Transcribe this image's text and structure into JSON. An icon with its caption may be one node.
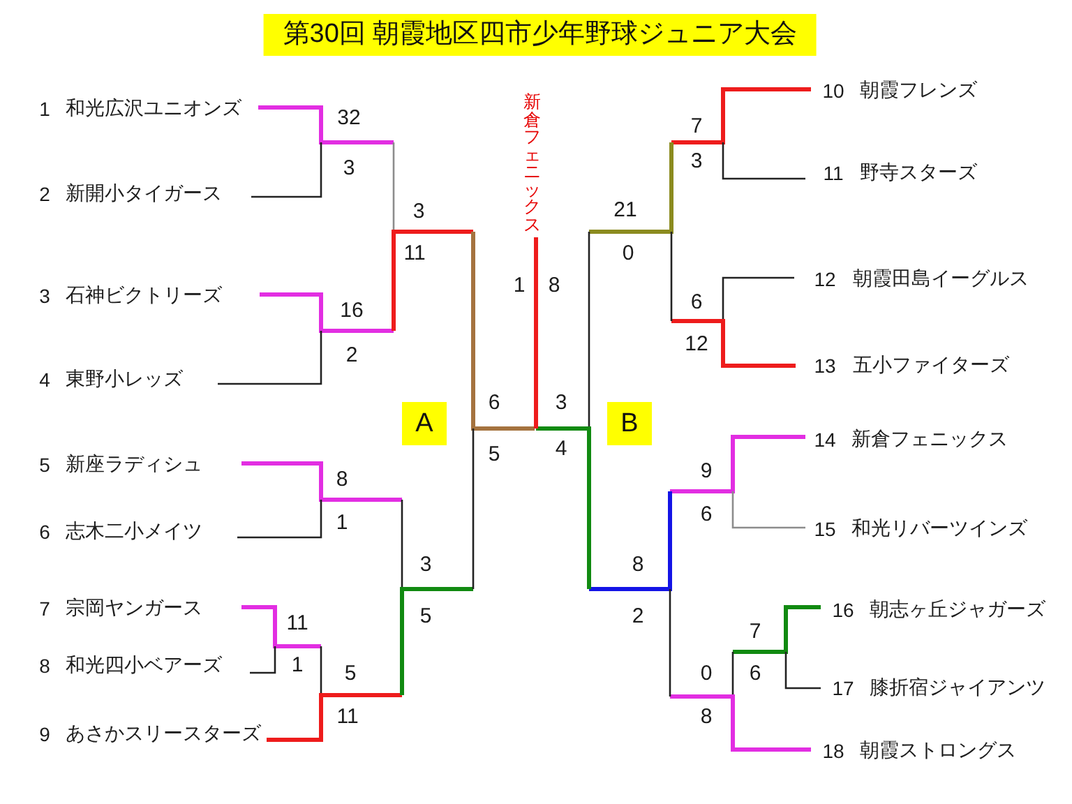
{
  "diagram": {
    "title": "第30回 朝霞地区四市少年野球ジュニア大会",
    "nodes": [
      {
        "text": [
          "1",
          "和光広沢ユニオンズ"
        ]
      },
      {
        "text": [
          "2",
          "新開小タイガース"
        ]
      },
      {
        "text": [
          "3",
          "石神ビクトリーズ"
        ]
      },
      {
        "text": [
          "4",
          "東野小レッズ"
        ]
      },
      {
        "text": [
          "5",
          "新座ラディシュ"
        ]
      },
      {
        "text": [
          "6",
          "志木二小メイツ"
        ]
      },
      {
        "text": [
          "7",
          "宗岡ヤンガース"
        ]
      },
      {
        "text": [
          "8",
          "和光四小ベアーズ"
        ]
      },
      {
        "text": [
          "9",
          "あさかスリースターズ"
        ]
      },
      {
        "text": [
          "10",
          "朝霞フレンズ"
        ]
      },
      {
        "text": [
          "11",
          "野寺スターズ"
        ]
      },
      {
        "text": [
          "12",
          "朝霞田島イーグルス"
        ]
      },
      {
        "text": [
          "13",
          "五小ファイターズ"
        ]
      },
      {
        "text": [
          "14",
          "新倉フェニックス"
        ]
      },
      {
        "text": [
          "15",
          "和光リバーツインズ"
        ]
      },
      {
        "text": [
          "16",
          "朝志ヶ丘ジャガーズ"
        ]
      },
      {
        "text": [
          "17",
          "膝折宿ジャイアンツ"
        ]
      },
      {
        "text": [
          "18",
          "朝霞ストロングス"
        ]
      },
      {
        "text": [
          "新倉フェニックス"
        ]
      },
      {
        "text": [
          "A"
        ]
      },
      {
        "text": [
          "B"
        ]
      }
    ],
    "edges": [
      {
        "from": 0,
        "to": null,
        "arrow": "none",
        "style": "thick",
        "color": "#e22ee2"
      },
      {
        "from": 1,
        "to": null,
        "arrow": "none"
      },
      {
        "from": 2,
        "to": null,
        "arrow": "none",
        "style": "thick",
        "color": "#a5733f"
      },
      {
        "from": 3,
        "to": null,
        "arrow": "none"
      },
      {
        "from": 4,
        "to": null,
        "arrow": "none",
        "style": "thick",
        "color": "#e22ee2"
      },
      {
        "from": 5,
        "to": null,
        "arrow": "none"
      },
      {
        "from": 6,
        "to": null,
        "arrow": "none",
        "style": "thick",
        "color": "#e22ee2"
      },
      {
        "from": 7,
        "to": null,
        "arrow": "none"
      },
      {
        "from": 8,
        "to": null,
        "arrow": "none",
        "style": "thick",
        "color": "#ee1c1c"
      },
      {
        "from": 9,
        "to": null,
        "arrow": "none"
      },
      {
        "from": 10,
        "to": null,
        "arrow": "none"
      },
      {
        "from": 11,
        "to": null,
        "arrow": "none"
      },
      {
        "from": 12,
        "to": null,
        "arrow": "none",
        "style": "thick",
        "color": "#ee1c1c"
      },
      {
        "from": 13,
        "to": 18,
        "arrow": "none",
        "style": "thick",
        "color": "#118a11"
      },
      {
        "from": 14,
        "to": null,
        "arrow": "none",
        "color": "#8c8c8c"
      },
      {
        "from": 15,
        "to": null,
        "arrow": "none",
        "style": "thick",
        "color": "#118a11"
      },
      {
        "from": 16,
        "to": null,
        "arrow": "none"
      },
      {
        "from": 17,
        "to": null,
        "arrow": "none",
        "style": "thick",
        "color": "#e22ee2"
      }
    ],
    "labels": [
      "32",
      "3",
      "3",
      "11",
      "16",
      "2",
      "6",
      "5",
      "8",
      "1",
      "3",
      "5",
      "11",
      "1",
      "5",
      "11",
      "1",
      "8",
      "3",
      "4",
      "7",
      "3",
      "21",
      "0",
      "6",
      "12",
      "9",
      "6",
      "8",
      "2",
      "7",
      "0",
      "6",
      "8"
    ]
  }
}
